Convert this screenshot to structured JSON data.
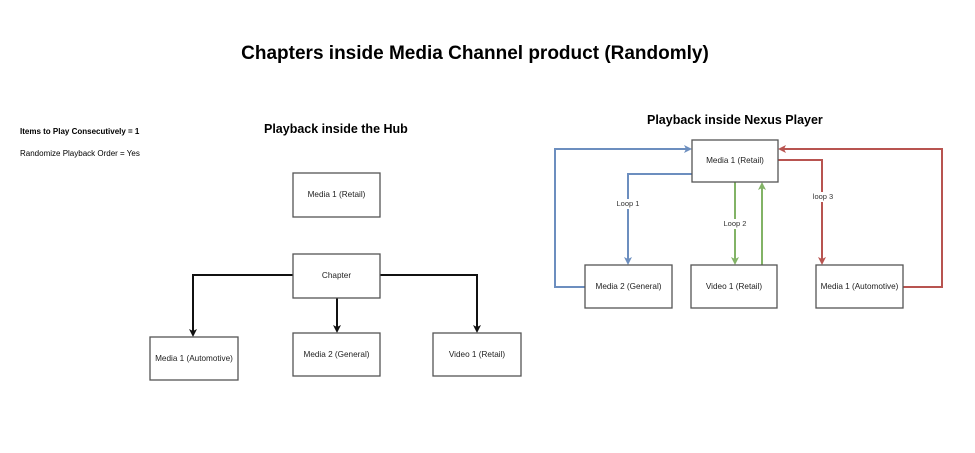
{
  "title": "Chapters inside Media Channel product (Randomly)",
  "settings": {
    "items_consecutive": "Items to Play Consecutively = 1",
    "randomize": "Randomize Playback Order = Yes"
  },
  "hub": {
    "title": "Playback inside the Hub",
    "nodes": {
      "top": "Media 1 (Retail)",
      "chapter": "Chapter",
      "left": "Media 1 (Automotive)",
      "middle": "Media 2 (General)",
      "right": "Video 1 (Retail)"
    }
  },
  "nexus": {
    "title": "Playback inside Nexus Player",
    "nodes": {
      "top": "Media 1 (Retail)",
      "left": "Media 2 (General)",
      "middle": "Video 1 (Retail)",
      "right": "Media 1 (Automotive)"
    },
    "loops": {
      "loop1": "Loop 1",
      "loop2": "Loop 2",
      "loop3": "loop 3"
    },
    "colors": {
      "loop1": "#6c8ebf",
      "loop2": "#82b366",
      "loop3": "#b85450"
    }
  }
}
